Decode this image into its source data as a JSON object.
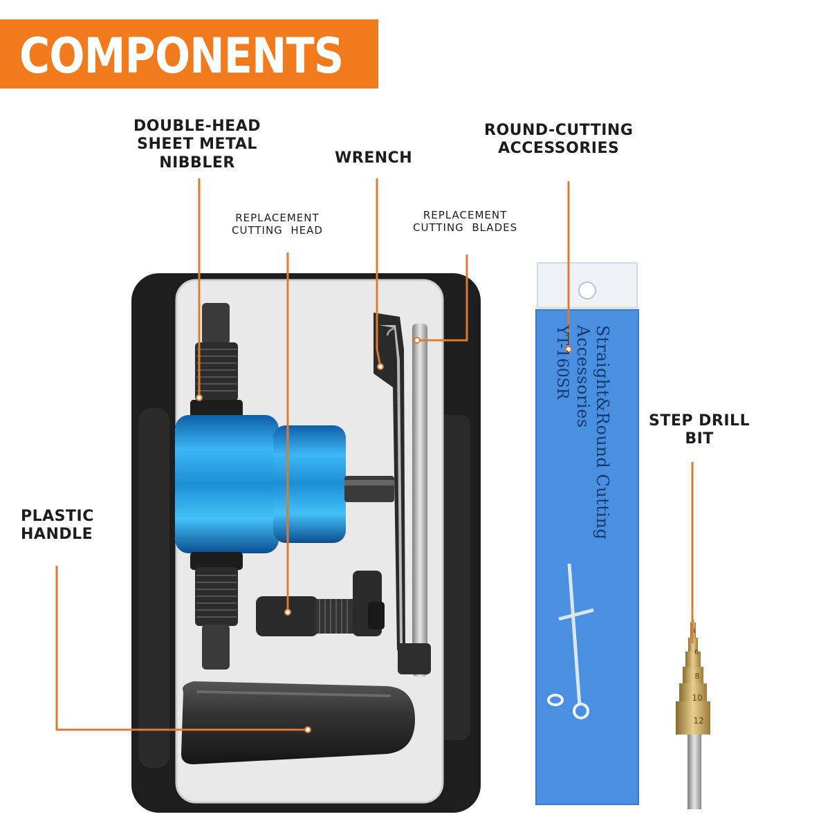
{
  "banner": {
    "title": "COMPONENTS",
    "color": "#f07a1c"
  },
  "labels": {
    "nibbler": "DOUBLE-HEAD\nSHEET METAL\nNIBBLER",
    "cutting_head": "REPLACEMENT\nCUTTING  HEAD",
    "wrench": "WRENCH",
    "blades": "REPLACEMENT\nCUTTING  BLADES",
    "round_cutting": "ROUND-CUTTING\nACCESSORIES",
    "step_drill": "STEP DRILL\nBIT",
    "handle": "PLASTIC\nHANDLE"
  },
  "package": {
    "title": "Straight&Round Cutting Accessories",
    "model": "YT-160SR"
  },
  "drill_bit_marks": [
    "4",
    "6",
    "8",
    "10",
    "12"
  ],
  "colors": {
    "accent": "#f07a1c",
    "leader": "#e07a2e",
    "nibbler_blue": "#1f8fd8",
    "package_blue": "#4a8fe0",
    "case": "#1e1e1e"
  }
}
